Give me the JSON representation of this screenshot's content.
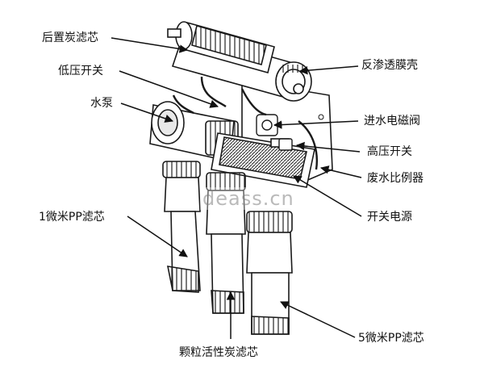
{
  "labels": {
    "post_carbon_filter": "后置炭滤芯",
    "low_pressure_switch": "低压开关",
    "water_pump": "水泵",
    "ppf_1micron": "1微米PP滤芯",
    "granular_activated_carbon": "颗粒活性炭滤芯",
    "ro_membrane_housing": "反渗透膜壳",
    "inlet_solenoid_valve": "进水电磁阀",
    "high_pressure_switch": "高压开关",
    "waste_ratio_valve": "废水比例器",
    "switching_power_supply": "开关电源",
    "ppf_5micron": "5微米PP滤芯"
  },
  "watermark": "deass.cn",
  "colors": {
    "ink": "#111111",
    "line": "#1a1a1a",
    "fill": "#ffffff",
    "shade": "#d9d9d9"
  }
}
